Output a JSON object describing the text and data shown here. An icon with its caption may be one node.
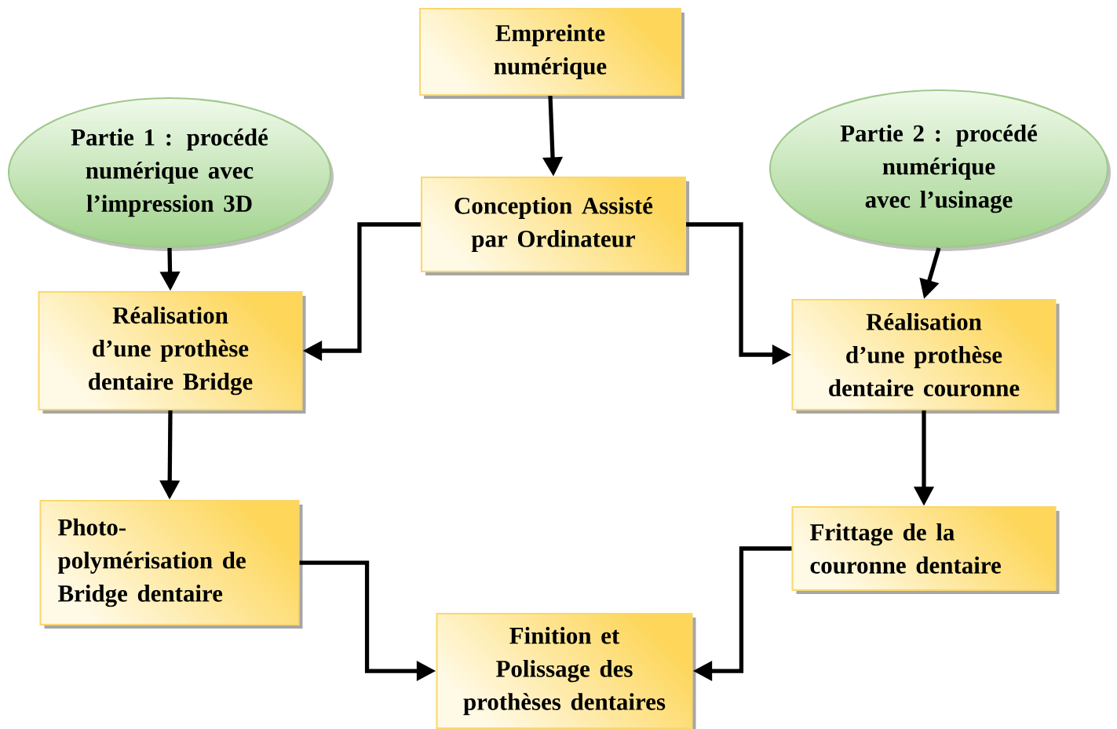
{
  "diagram": {
    "nodes": [
      {
        "text": [
          "Empreinte numérique"
        ]
      },
      {
        "text": [
          "Partie 1 : procédé numérique avec l’impression 3D"
        ]
      },
      {
        "text": [
          "Conception Assisté par Ordinateur"
        ]
      },
      {
        "text": [
          "Partie 2 : procédé numérique avec l’usinage"
        ]
      },
      {
        "text": [
          "Réalisation d’une prothèse dentaire Bridge"
        ]
      },
      {
        "text": [
          "Réalisation d’une prothèse dentaire couronne"
        ]
      },
      {
        "text": [
          "Photo-polymérisation de Bridge dentaire"
        ]
      },
      {
        "text": [
          "Frittage de la couronne dentaire"
        ]
      },
      {
        "text": [
          "Finition et Polissage des prothèses dentaires"
        ]
      }
    ],
    "edges": [
      {
        "from": 0,
        "to": 2,
        "arrow": "to"
      },
      {
        "from": 1,
        "to": 4,
        "arrow": "to"
      },
      {
        "from": 3,
        "to": 5,
        "arrow": "to"
      },
      {
        "from": 2,
        "to": 4,
        "arrow": "to"
      },
      {
        "from": 2,
        "to": 5,
        "arrow": "to"
      },
      {
        "from": 4,
        "to": 6,
        "arrow": "to"
      },
      {
        "from": 5,
        "to": 7,
        "arrow": "to"
      },
      {
        "from": 6,
        "to": 8,
        "arrow": "to"
      },
      {
        "from": 7,
        "to": 8,
        "arrow": "to"
      }
    ]
  }
}
